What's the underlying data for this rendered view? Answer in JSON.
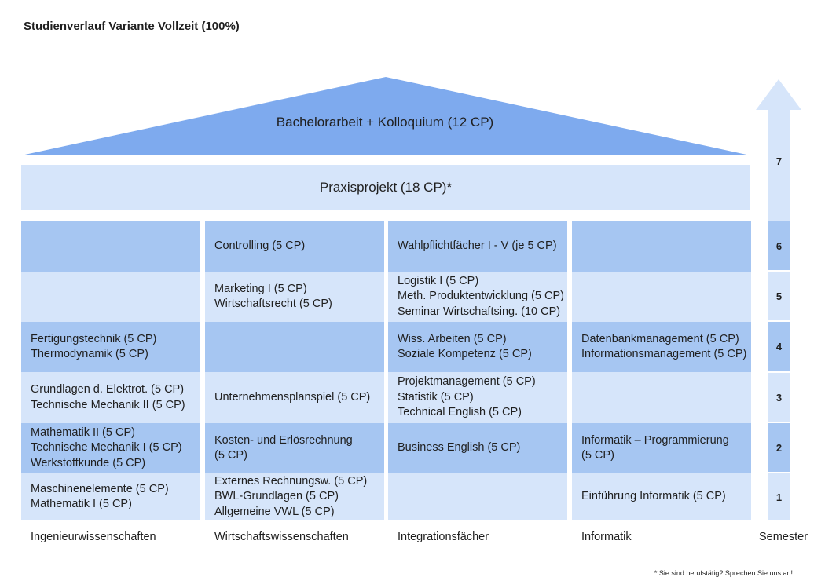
{
  "title": "Studienverlauf Variante Vollzeit (100%)",
  "roof_label": "Bachelorarbeit + Kolloquium (12 CP)",
  "praxis_label": "Praxisprojekt (18 CP)*",
  "colors": {
    "dark": "#a6c6f2",
    "light": "#d6e5fa",
    "roof": "#7eaaee"
  },
  "columns": [
    {
      "label": "Ingenieurwissenschaften",
      "cells": [
        [],
        [],
        [
          "Fertigungstechnik (5 CP)",
          "Thermodynamik (5 CP)"
        ],
        [
          "Grundlagen d. Elektrot. (5 CP)",
          "Technische Mechanik II (5 CP)"
        ],
        [
          "Mathematik II (5 CP)",
          "Technische Mechanik I (5 CP)",
          "Werkstoffkunde (5 CP)"
        ],
        [
          "Maschinenelemente (5 CP)",
          "Mathematik I (5 CP)"
        ]
      ]
    },
    {
      "label": "Wirtschaftswissenschaften",
      "cells": [
        [
          "Controlling (5 CP)"
        ],
        [
          "Marketing I (5 CP)",
          "Wirtschaftsrecht (5 CP)"
        ],
        [],
        [
          "Unternehmensplanspiel (5 CP)"
        ],
        [
          "Kosten- und Erlösrechnung",
          "(5 CP)"
        ],
        [
          "Externes Rechnungsw. (5 CP)",
          "BWL-Grundlagen (5 CP)",
          "Allgemeine VWL (5 CP)"
        ]
      ]
    },
    {
      "label": "Integrationsfächer",
      "cells": [
        [
          "Wahlpflichtfächer I - V (je 5 CP)"
        ],
        [
          "Logistik I (5 CP)",
          "Meth. Produktentwicklung (5 CP)",
          "Seminar Wirtschaftsing. (10 CP)"
        ],
        [
          "Wiss. Arbeiten (5 CP)",
          "Soziale Kompetenz (5 CP)"
        ],
        [
          "Projektmanagement (5 CP)",
          "Statistik (5 CP)",
          "Technical English (5 CP)"
        ],
        [
          "Business English (5 CP)"
        ],
        []
      ]
    },
    {
      "label": "Informatik",
      "cells": [
        [],
        [],
        [
          "Datenbankmanagement (5 CP)",
          "Informationsmanagement (5 CP)"
        ],
        [],
        [
          "Informatik – Programmierung",
          "(5 CP)"
        ],
        [
          "Einführung Informatik (5 CP)"
        ]
      ]
    }
  ],
  "semesters": [
    "6",
    "5",
    "4",
    "3",
    "2",
    "1"
  ],
  "semester_top": "7",
  "semester_label": "Semester",
  "footnote": "* Sie sind berufstätig? Sprechen Sie uns an!"
}
